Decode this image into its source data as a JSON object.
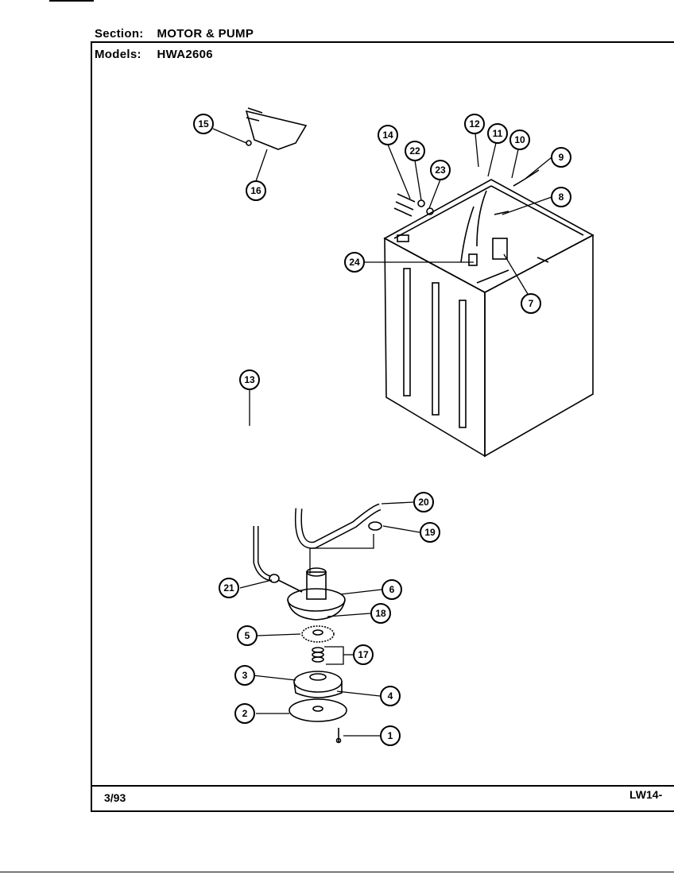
{
  "header": {
    "section_label": "Section:",
    "section_value": "MOTOR & PUMP",
    "models_label": "Models:",
    "models_value": "HWA2606"
  },
  "footer": {
    "date": "3/93",
    "code": "LW14-"
  },
  "callouts": [
    "1",
    "2",
    "3",
    "4",
    "5",
    "6",
    "7",
    "8",
    "9",
    "10",
    "11",
    "12",
    "13",
    "14",
    "15",
    "16",
    "17",
    "18",
    "19",
    "20",
    "21",
    "22",
    "23",
    "24"
  ]
}
